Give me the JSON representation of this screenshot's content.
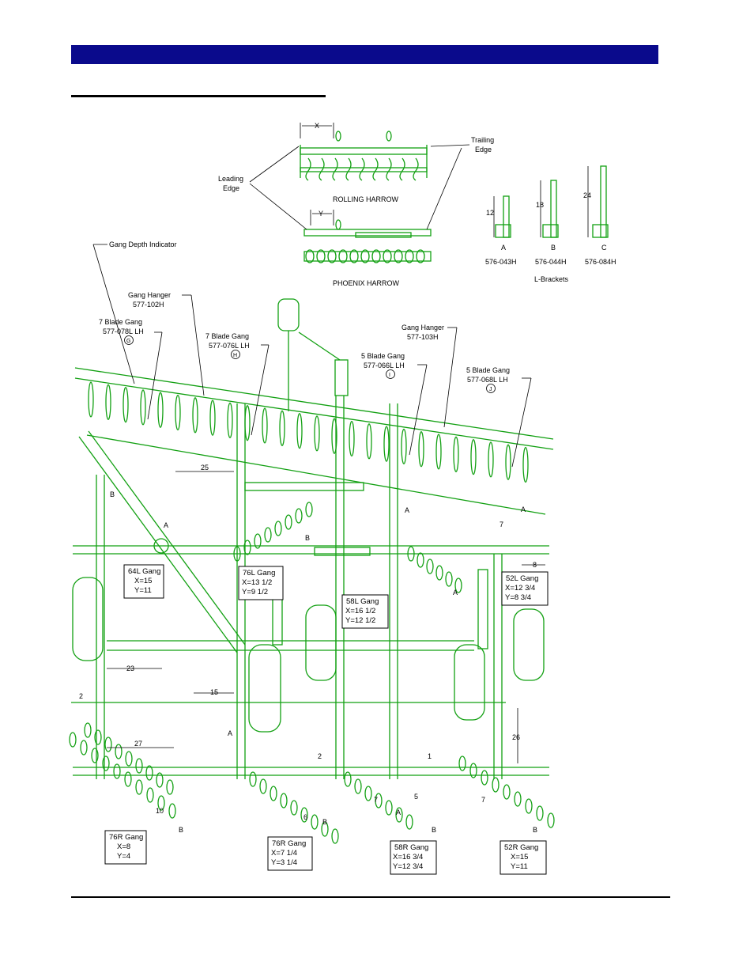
{
  "colors": {
    "header": "#0a0a8c",
    "machine": "#12a012",
    "ink": "#000000"
  },
  "harrow": {
    "x_dim": "X",
    "y_dim": "Y",
    "leading_edge": [
      "Leading",
      "Edge"
    ],
    "trailing_edge": [
      "Trailing",
      "Edge"
    ],
    "rolling": "ROLLING HARROW",
    "phoenix": "PHOENIX HARROW"
  },
  "brackets": {
    "caption": "L-Brackets",
    "items": [
      {
        "dim": "12",
        "letter": "A",
        "part": "576-043H"
      },
      {
        "dim": "18",
        "letter": "B",
        "part": "576-044H"
      },
      {
        "dim": "24",
        "letter": "C",
        "part": "576-084H"
      }
    ]
  },
  "callouts": {
    "depth_indicator": "Gang Depth Indicator",
    "hanger_left": [
      "Gang Hanger",
      "577-102H"
    ],
    "gang_g": [
      "7 Blade Gang",
      "577-078L LH",
      "G"
    ],
    "gang_h": [
      "7 Blade Gang",
      "577-076L LH",
      "H"
    ],
    "hanger_right": [
      "Gang Hanger",
      "577-103H"
    ],
    "gang_i": [
      "5 Blade Gang",
      "577-066L LH",
      "I"
    ],
    "gang_j": [
      "5 Blade Gang",
      "577-068L LH",
      "J"
    ]
  },
  "boxes": [
    {
      "title": "64L Gang",
      "x": "X=15",
      "y": "Y=11"
    },
    {
      "title": "76L Gang",
      "x": "X=13 1/2",
      "y": "Y=9 1/2"
    },
    {
      "title": "58L Gang",
      "x": "X=16 1/2",
      "y": "Y=12 1/2"
    },
    {
      "title": "52L Gang",
      "x": "X=12 3/4",
      "y": "Y=8 3/4"
    },
    {
      "title": "76R Gang",
      "x": "X=8",
      "y": "Y=4"
    },
    {
      "title": "76R Gang",
      "x": "X=7 1/4",
      "y": "Y=3 1/4"
    },
    {
      "title": "58R Gang",
      "x": "X=16 3/4",
      "y": "Y=12 3/4"
    },
    {
      "title": "52R Gang",
      "x": "X=15",
      "y": "Y=11"
    }
  ],
  "dims": {
    "d25": "25",
    "d27": "27",
    "d26": "26",
    "d2a": "2",
    "d2b": "2",
    "d1": "1",
    "d6": "6",
    "d7a": "7",
    "d7b": "7",
    "d7c": "7",
    "d8": "8",
    "d23": "23",
    "d15": "15",
    "d10": "10",
    "d5": "5"
  },
  "letters": {
    "A": "A",
    "B": "B"
  }
}
